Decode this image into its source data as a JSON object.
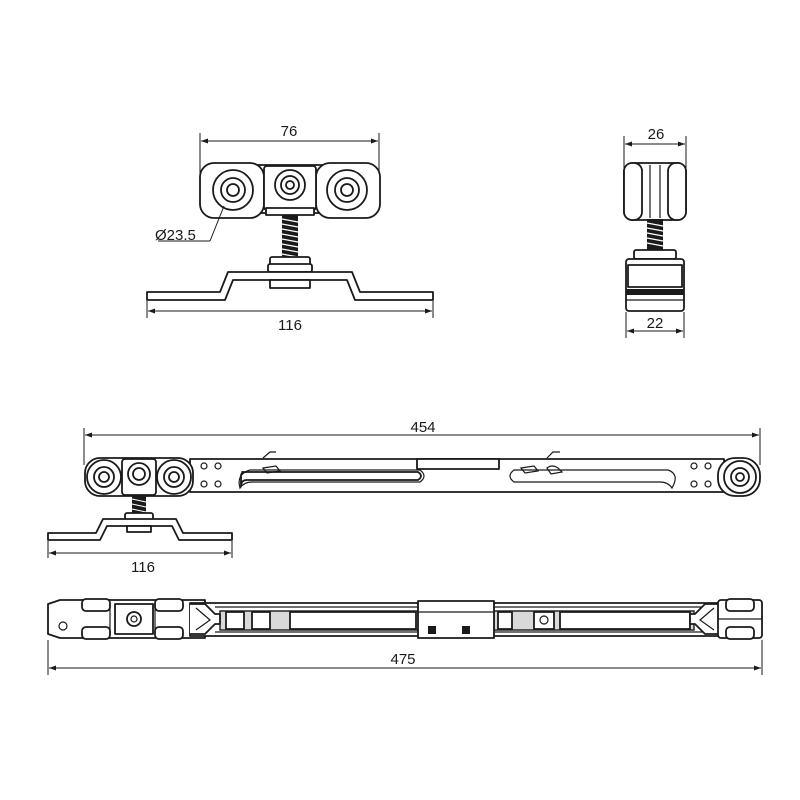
{
  "dimensions": {
    "front_width": "76",
    "wheel_diameter": "Ø23.5",
    "plate_length_top": "116",
    "side_width": "26",
    "side_base_width": "22",
    "rail_length": "454",
    "plate_length_bottom": "116",
    "total_length": "475"
  },
  "colors": {
    "line": "#1a1a1a",
    "fill": "#ffffff",
    "shade": "#d9d9d9"
  }
}
